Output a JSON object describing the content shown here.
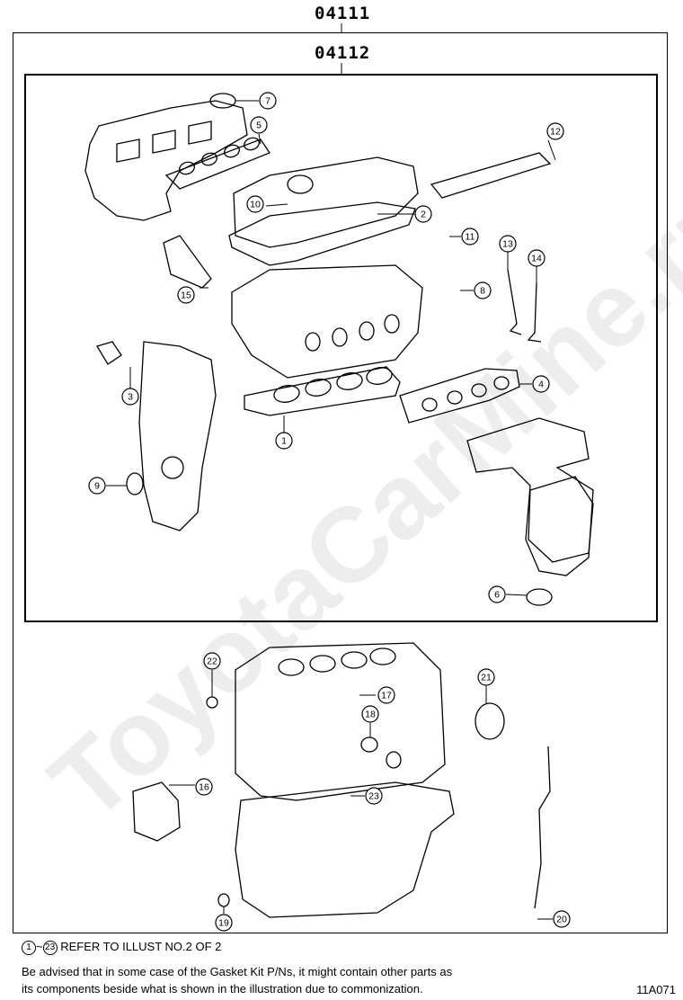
{
  "header": {
    "outer_code": "04111",
    "inner_code": "04112"
  },
  "callouts": [
    "1",
    "2",
    "3",
    "4",
    "5",
    "6",
    "7",
    "8",
    "9",
    "10",
    "11",
    "12",
    "13",
    "14",
    "15",
    "16",
    "17",
    "18",
    "19",
    "20",
    "21",
    "22",
    "23"
  ],
  "footer": {
    "ref_start": "1",
    "ref_tilde": "~",
    "ref_end": "23",
    "ref_text": "REFER TO ILLUST NO.2 OF 2",
    "note_line1": "Be advised that in some case of the Gasket Kit P/Ns,  it might contain other parts as",
    "note_line2": "its components beside what is shown in the illustration due to commonization.",
    "catalog_id": "11A071"
  },
  "watermark": "ToyotaCarMine.ru"
}
